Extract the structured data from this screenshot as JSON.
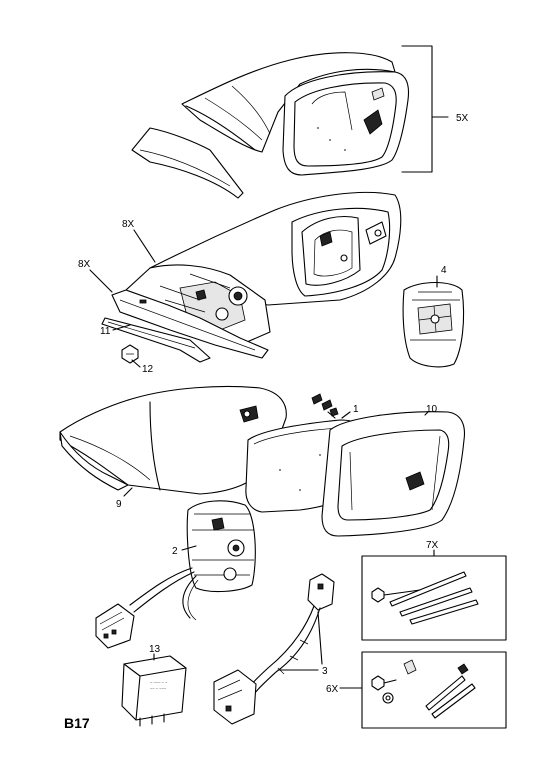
{
  "page_label": "B17",
  "callouts": {
    "c5x": "5X",
    "c8x_a": "8X",
    "c8x_b": "8X",
    "c4": "4",
    "c11": "11",
    "c12": "12",
    "c1": "1",
    "c10": "10",
    "c9": "9",
    "c2": "2",
    "c7x": "7X",
    "c13": "13",
    "c3": "3",
    "c6x": "6X"
  }
}
